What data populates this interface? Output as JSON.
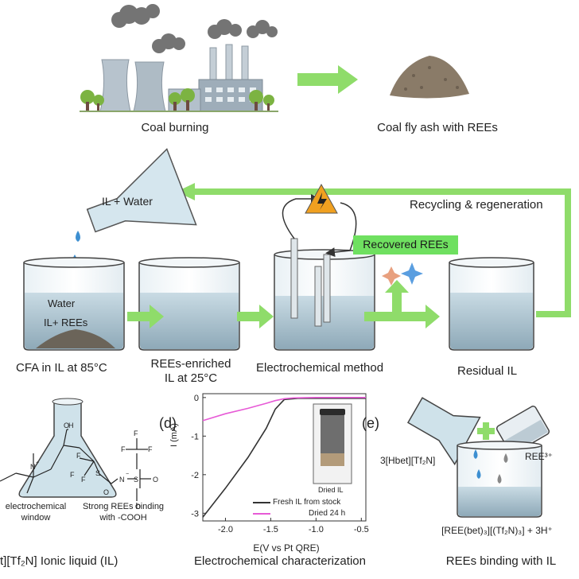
{
  "top": {
    "coal_burning": "Coal burning",
    "fly_ash": "Coal fly ash with REEs"
  },
  "process": {
    "recycling": "Recycling & regeneration",
    "flask_label": "IL + Water",
    "water": "Water",
    "il_rees": "IL+ REEs",
    "recovered": "Recovered REEs",
    "step1": "CFA in IL at 85°C",
    "step2_line1": "REEs-enriched",
    "step2_line2": "IL at 25°C",
    "step3": "Electrochemical method",
    "step4": "Residual IL"
  },
  "panel_c": {
    "window_line1": "electrochemical",
    "window_line2": "window",
    "binding_line1": "Strong REEs binding",
    "binding_line2": "with -COOH",
    "caption": "t][Tf₂N] Ionic liquid (IL)"
  },
  "panel_d": {
    "letter": "(d)",
    "inset": "Dried IL",
    "caption": "Electrochemical characterization"
  },
  "panel_e": {
    "letter": "(e)",
    "reagent": "3[Hbet][Tf₂N]",
    "ion": "REE³⁺",
    "equation": "[REE(bet)₃][(Tf₂N)₃] + 3H⁺",
    "caption": "REEs binding with IL"
  },
  "chart_data": {
    "type": "line",
    "xlabel": "E(V vs Pt QRE)",
    "ylabel": "I (mA)",
    "xlim": [
      -2.25,
      -0.45
    ],
    "ylim": [
      -3.2,
      0.1
    ],
    "xticks": [
      -2.0,
      -1.5,
      -1.0,
      -0.5
    ],
    "yticks": [
      0,
      -1,
      -2,
      -3
    ],
    "xticklabels": [
      "-2.0",
      "-1.5",
      "-1.0",
      "-0.5"
    ],
    "yticklabels": [
      "0",
      "-1",
      "-2",
      "-3"
    ],
    "legend_position": "bottom-right",
    "series": [
      {
        "name": "Fresh IL from stock",
        "color": "#333333",
        "x": [
          -2.25,
          -2.0,
          -1.75,
          -1.55,
          -1.45,
          -1.35,
          -1.2,
          -1.0,
          -0.8,
          -0.6,
          -0.45
        ],
        "y": [
          -3.1,
          -2.35,
          -1.55,
          -0.8,
          -0.3,
          -0.05,
          -0.02,
          -0.02,
          -0.02,
          -0.02,
          -0.02
        ]
      },
      {
        "name": "Dried 24 h",
        "color": "#e75ad6",
        "x": [
          -2.25,
          -2.0,
          -1.75,
          -1.55,
          -1.45,
          -1.35,
          -1.25,
          -1.0,
          -0.75,
          -0.45
        ],
        "y": [
          -0.6,
          -0.42,
          -0.28,
          -0.15,
          -0.08,
          -0.03,
          -0.01,
          0.0,
          0.0,
          0.0
        ]
      }
    ]
  }
}
